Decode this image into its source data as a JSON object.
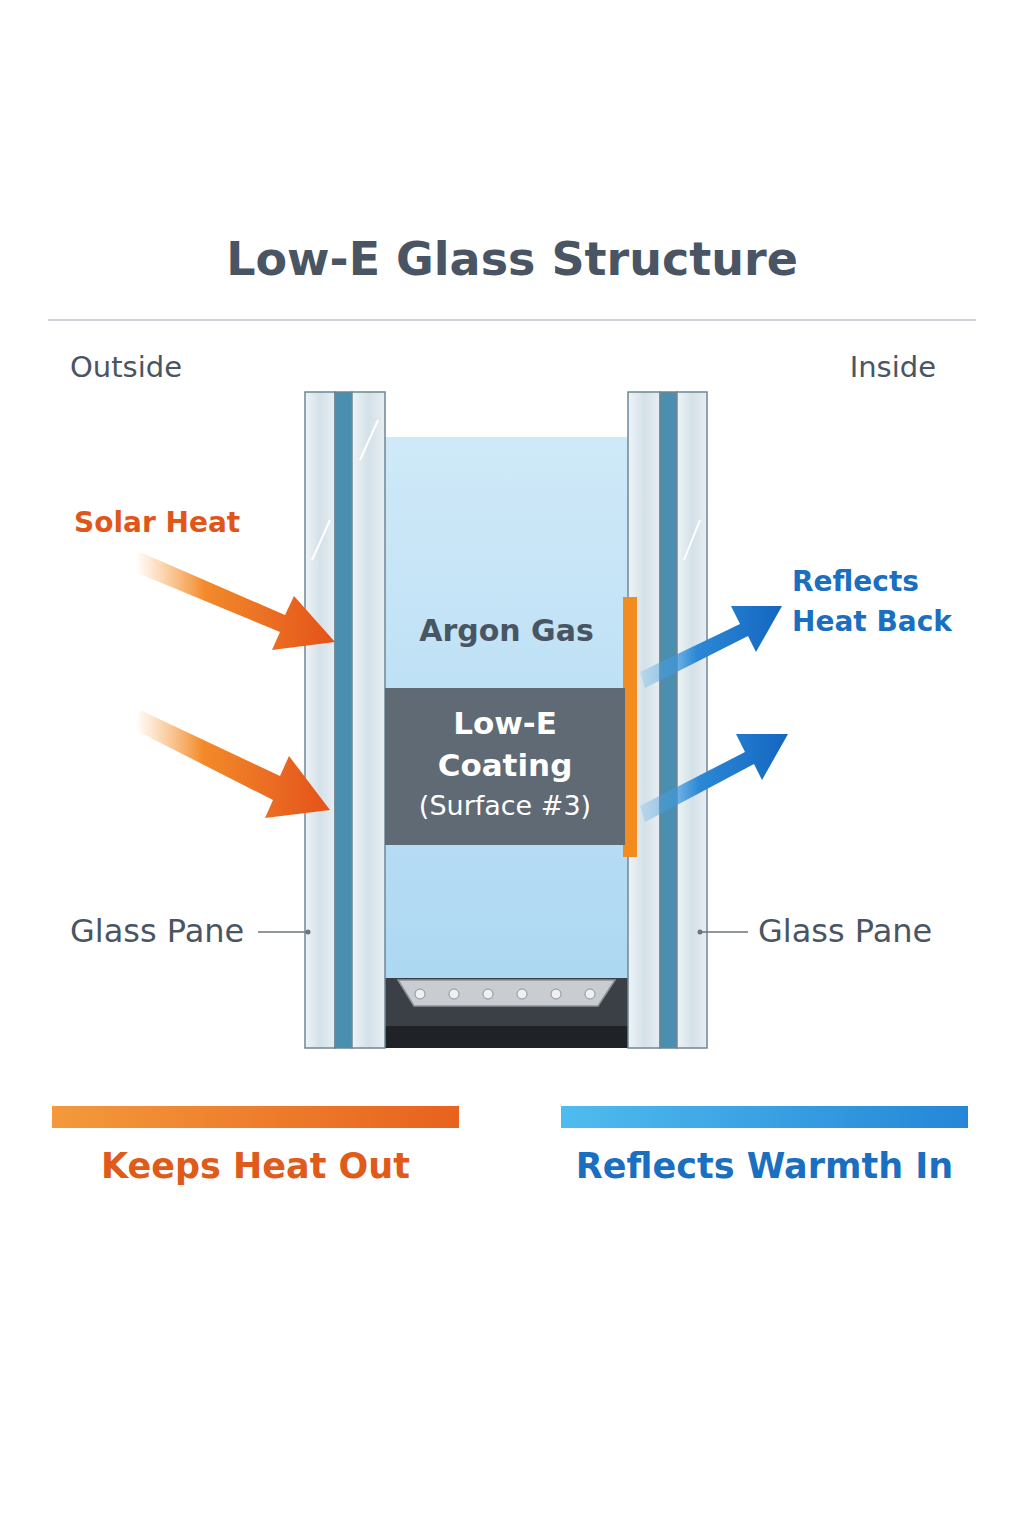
{
  "diagram": {
    "title": "Low-E Glass Structure",
    "nodes": [
      {
        "text": [
          "Argon Gas"
        ]
      },
      {
        "text": [
          "Low-E Coating",
          "(Surface #3)"
        ],
        "in": 0
      }
    ],
    "labels": [
      "Outside",
      "Inside",
      "Solar Heat",
      "Reflects Heat Back",
      "Glass Pane",
      "Glass Pane"
    ],
    "legend": [
      {
        "text": "Keeps Heat Out",
        "color": "#e8621e"
      },
      {
        "text": "Reflects Warmth In",
        "color": "#2586d6"
      }
    ]
  }
}
